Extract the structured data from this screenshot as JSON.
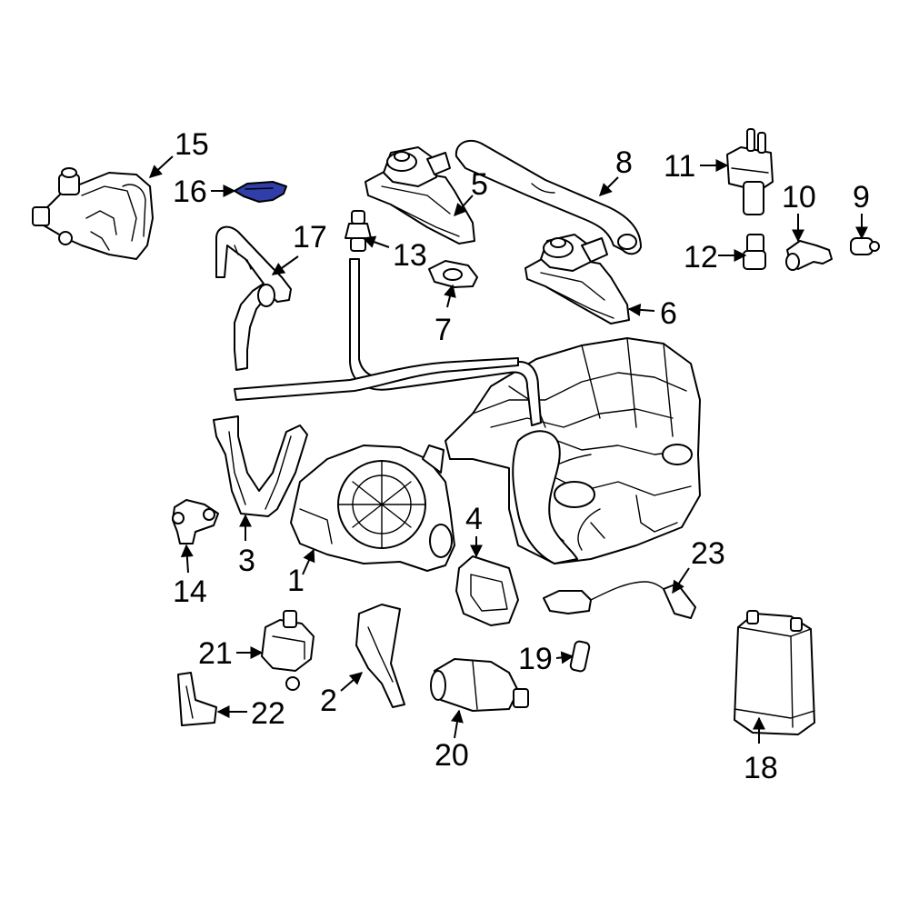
{
  "callouts": {
    "c1": "1",
    "c2": "2",
    "c3": "3",
    "c4": "4",
    "c5": "5",
    "c6": "6",
    "c7": "7",
    "c8": "8",
    "c9": "9",
    "c10": "10",
    "c11": "11",
    "c12": "12",
    "c13": "13",
    "c14": "14",
    "c15": "15",
    "c16": "16",
    "c17": "17",
    "c18": "18",
    "c19": "19",
    "c20": "20",
    "c21": "21",
    "c22": "22",
    "c23": "23"
  },
  "colors": {
    "highlight": "#2f3ea8",
    "line": "#000000",
    "background": "#ffffff"
  },
  "highlighted_part": "16"
}
